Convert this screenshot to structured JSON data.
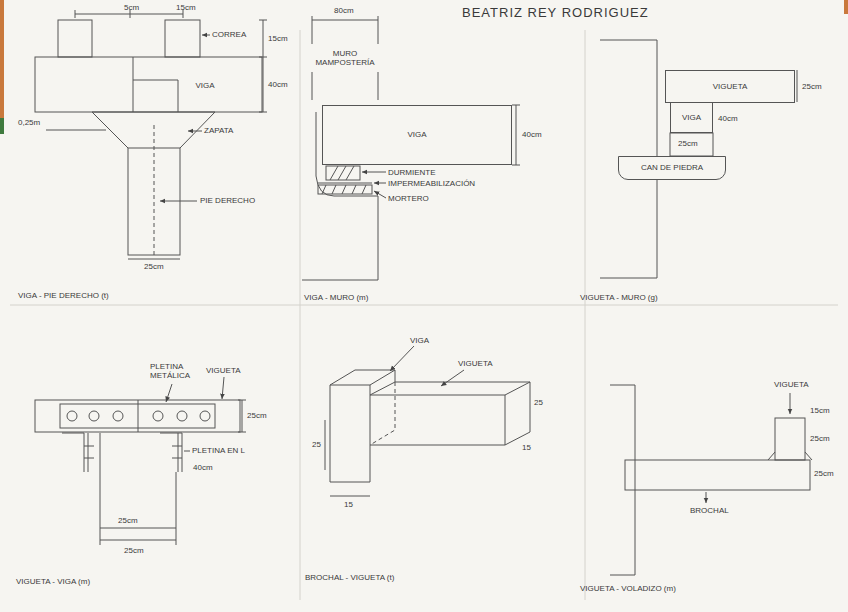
{
  "diagram": {
    "title": "BEATRIZ REY RODRIGUEZ",
    "nodes": [
      {
        "text": [
          "VIGA"
        ]
      },
      {
        "text": [
          "MURO MAMPOSTERÍA"
        ]
      },
      {
        "text": [
          "VIGA"
        ]
      },
      {
        "text": [
          "VIGUETA"
        ]
      },
      {
        "text": [
          "VIGA"
        ]
      },
      {
        "text": [
          "CAN DE PIEDRA"
        ]
      }
    ],
    "labels": [
      "5cm",
      "15cm",
      "CORREA",
      "15cm",
      "40cm",
      "ZAPATA",
      "0,25m",
      "PIE DERECHO",
      "25cm",
      "VIGA - PIE DERECHO (t)",
      "80cm",
      "40cm",
      "DURMIENTE",
      "IMPERMEABILIZACIÓN",
      "MORTERO",
      "VIGA - MURO (m)",
      "25cm",
      "40cm",
      "25cm",
      "VIGUETA - MURO (g)",
      "PLETINA METÁLICA",
      "VIGUETA",
      "25cm",
      "PLETINA EN L",
      "40cm",
      "25cm",
      "25cm",
      "VIGUETA - VIGA (m)",
      "VIGA",
      "VIGUETA",
      "25",
      "15",
      "25",
      "15",
      "BROCHAL - VIGUETA (t)",
      "VIGUETA",
      "15cm",
      "25cm",
      "25cm",
      "BROCHAL",
      "VIGUETA - VOLADIZO (m)"
    ]
  }
}
